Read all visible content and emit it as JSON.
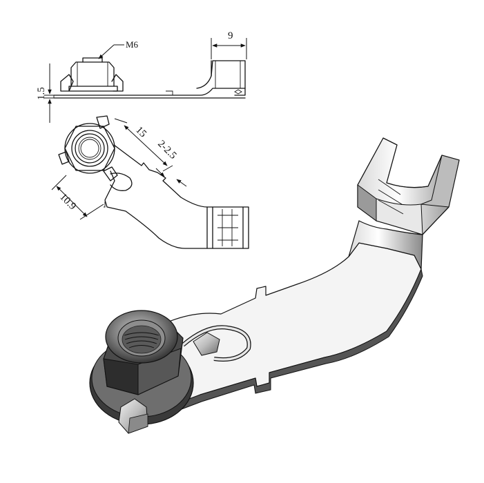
{
  "dimensions": {
    "thread_callout": "M6",
    "width_9": "9",
    "thickness_1_5": "1.5",
    "length_15": "15",
    "range_2_2_5": "2-2.5",
    "length_10_9": "10.9"
  }
}
